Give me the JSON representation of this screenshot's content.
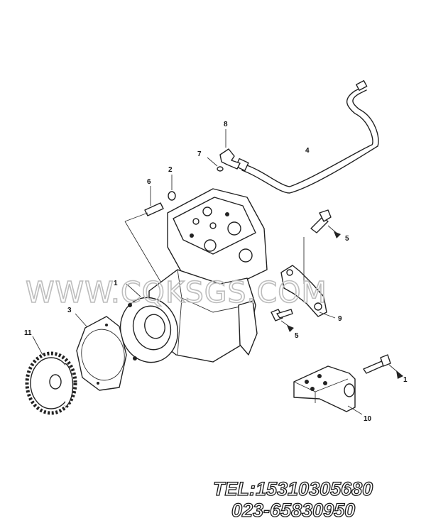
{
  "labels": [
    {
      "id": "1",
      "text": "1"
    },
    {
      "id": "2",
      "text": "2"
    },
    {
      "id": "3",
      "text": "3"
    },
    {
      "id": "4",
      "text": "4"
    },
    {
      "id": "5a",
      "text": "5"
    },
    {
      "id": "5b",
      "text": "5"
    },
    {
      "id": "6",
      "text": "6"
    },
    {
      "id": "7",
      "text": "7"
    },
    {
      "id": "8",
      "text": "8"
    },
    {
      "id": "9",
      "text": "9"
    },
    {
      "id": "10",
      "text": "10"
    },
    {
      "id": "11",
      "text": "11"
    },
    {
      "id": "1b",
      "text": "1"
    }
  ],
  "watermark": "WWW.CQKSGS.COM",
  "contact": {
    "tel": "TEL:15310305680",
    "phone": "023-65830950"
  },
  "colors": {
    "line": "#222222",
    "watermark": "#bdbdbd",
    "background": "#ffffff"
  }
}
